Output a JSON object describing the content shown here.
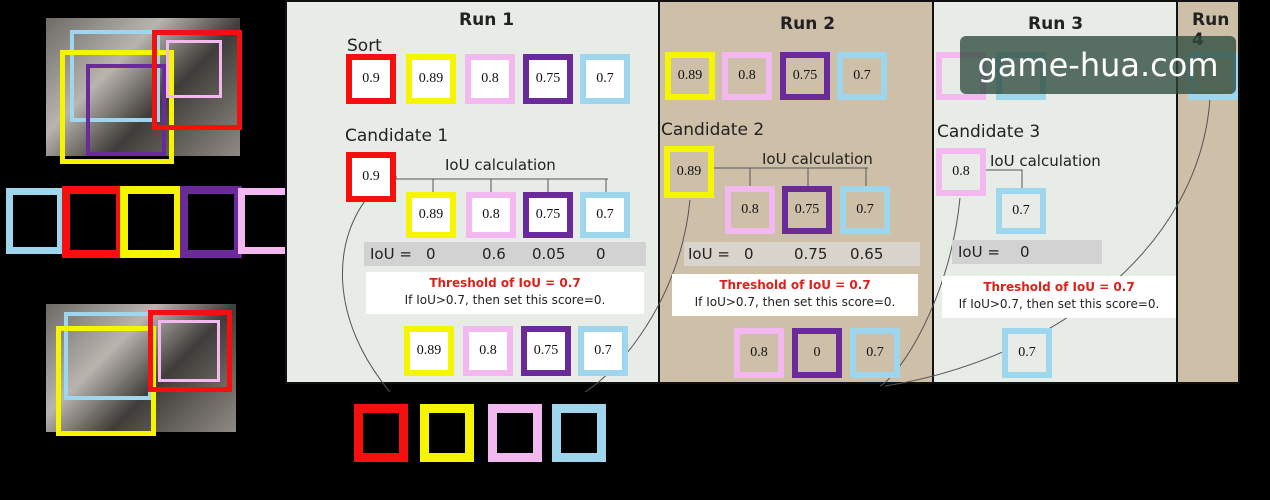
{
  "colors": {
    "red": "#f50f0f",
    "yellow": "#f6f500",
    "pink": "#f4b8f0",
    "purple": "#6b2a9a",
    "blue": "#9ed6ee",
    "panel_gray": "#e7ece6",
    "panel_tan": "#cdbfa8",
    "threshold_red": "#e0201b"
  },
  "runs": [
    {
      "title": "Run 1"
    },
    {
      "title": "Run 2"
    },
    {
      "title": "Run 3"
    },
    {
      "title": "Run 4"
    }
  ],
  "run1": {
    "sort_label": "Sort",
    "sorted": [
      "0.9",
      "0.89",
      "0.8",
      "0.75",
      "0.7"
    ],
    "candidate_label": "Candidate 1",
    "candidate_value": "0.9",
    "iou_calc_label": "IoU calculation",
    "compare": [
      "0.89",
      "0.8",
      "0.75",
      "0.7"
    ],
    "iou_prefix": "IoU =",
    "iou_values": [
      "0",
      "0.6",
      "0.05",
      "0"
    ],
    "threshold_title": "Threshold of IoU = 0.7",
    "threshold_rule": "If IoU>0.7, then set this score=0.",
    "result": [
      "0.89",
      "0.8",
      "0.75",
      "0.7"
    ]
  },
  "run2": {
    "sorted": [
      "0.89",
      "0.8",
      "0.75",
      "0.7"
    ],
    "candidate_label": "Candidate 2",
    "candidate_value": "0.89",
    "iou_calc_label": "IoU calculation",
    "compare": [
      "0.8",
      "0.75",
      "0.7"
    ],
    "iou_prefix": "IoU =",
    "iou_values": [
      "0",
      "0.75",
      "0.65"
    ],
    "threshold_title": "Threshold of IoU = 0.7",
    "threshold_rule": "If IoU>0.7, then set this score=0.",
    "result": [
      "0.8",
      "0",
      "0.7"
    ]
  },
  "run3": {
    "candidate_label": "Candidate 3",
    "candidate_value": "0.8",
    "iou_calc_label": "IoU calculation",
    "compare": [
      "0.7"
    ],
    "iou_prefix": "IoU =",
    "iou_values": [
      "0"
    ],
    "threshold_title": "Threshold of IoU = 0.7",
    "threshold_rule": "If IoU>0.7, then set this score=0.",
    "result": [
      "0.7"
    ]
  },
  "watermark": "game-hua.com"
}
